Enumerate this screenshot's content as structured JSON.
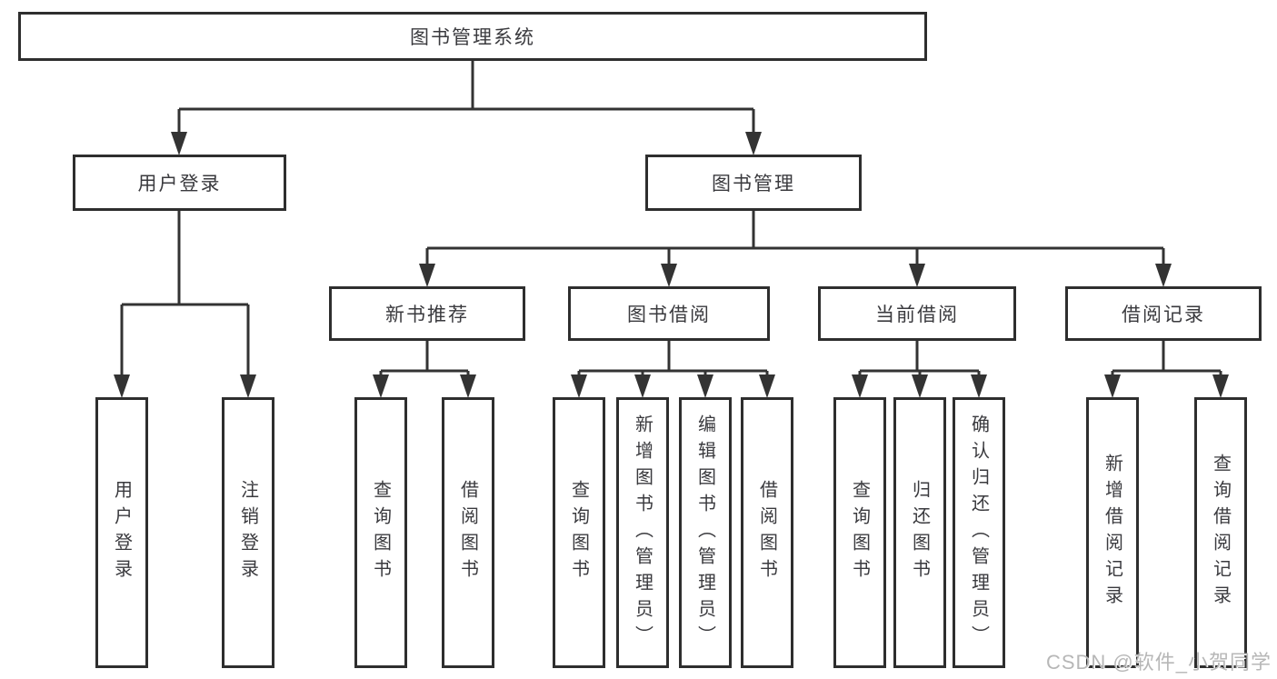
{
  "diagram": {
    "root": {
      "label": "图书管理系统"
    },
    "branches": [
      {
        "label": "用户登录",
        "children": [
          {
            "label": "用户登录"
          },
          {
            "label": "注销登录"
          }
        ]
      },
      {
        "label": "图书管理",
        "children": [
          {
            "label": "新书推荐",
            "children": [
              {
                "label": "查询图书"
              },
              {
                "label": "借阅图书"
              }
            ]
          },
          {
            "label": "图书借阅",
            "children": [
              {
                "label": "查询图书"
              },
              {
                "label": "新增图书（管理员）"
              },
              {
                "label": "编辑图书（管理员）"
              },
              {
                "label": "借阅图书"
              }
            ]
          },
          {
            "label": "当前借阅",
            "children": [
              {
                "label": "查询图书"
              },
              {
                "label": "归还图书"
              },
              {
                "label": "确认归还（管理员）"
              }
            ]
          },
          {
            "label": "借阅记录",
            "children": [
              {
                "label": "新增借阅记录"
              },
              {
                "label": "查询借阅记录"
              }
            ]
          }
        ]
      }
    ]
  },
  "watermark": {
    "text": "CSDN @软件_小贺同学"
  },
  "colors": {
    "line": "#333333",
    "box_border": "#2e2e2e",
    "text": "#3a3a3e",
    "watermark": "#b7b7b7",
    "background": "#ffffff"
  }
}
